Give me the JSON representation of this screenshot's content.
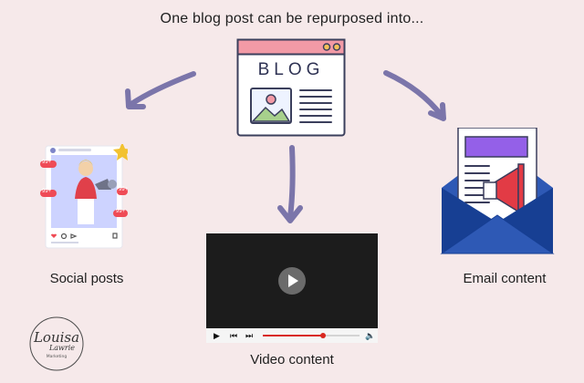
{
  "headline": "One blog post can be repurposed into...",
  "blog": {
    "word": "BLOG"
  },
  "outputs": {
    "social": {
      "label": "Social posts"
    },
    "email": {
      "label": "Email content"
    },
    "video": {
      "label": "Video content",
      "progress": 0.62
    }
  },
  "social_card": {
    "badges": [
      "99+",
      "99+",
      "99+",
      "99+"
    ]
  },
  "logo": {
    "script_name": "Louisa",
    "surname": "Lawrie",
    "tagline": "Marketing"
  },
  "colors": {
    "background": "#f6e9ea",
    "arrow": "#7b75aa",
    "blog_header": "#f29aa6",
    "email_envelope": "#2e59b5",
    "email_flap": "#173f93",
    "megaphone": "#e23b45",
    "highlight": "#9460e8"
  },
  "icons": [
    "blog-icon",
    "social-post-icon",
    "email-icon",
    "video-player-icon",
    "megaphone-icon",
    "play-icon"
  ]
}
